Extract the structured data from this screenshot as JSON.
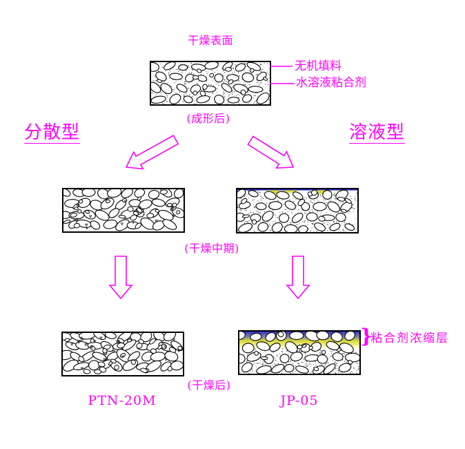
{
  "diagram": {
    "surface_label": "干燥表面",
    "callout_filler": "无机填料",
    "callout_binder": "水溶液粘合剂",
    "stage_formed": "(成形后)",
    "type_dispersion": "分散型",
    "type_solution": "溶液型",
    "stage_mid_dry": "(干燥中期)",
    "stage_after_dry": "(干燥后)",
    "product_dispersion": "PTN-20M",
    "product_solution": "JP-05",
    "concentration_brace": "}",
    "concentration_label": "粘合剂浓缩层",
    "colors": {
      "accent_magenta": "#ff00ff",
      "line_black": "#000000",
      "binder_blue": "#2a2ac8",
      "binder_yellow": "#d8d832"
    }
  }
}
